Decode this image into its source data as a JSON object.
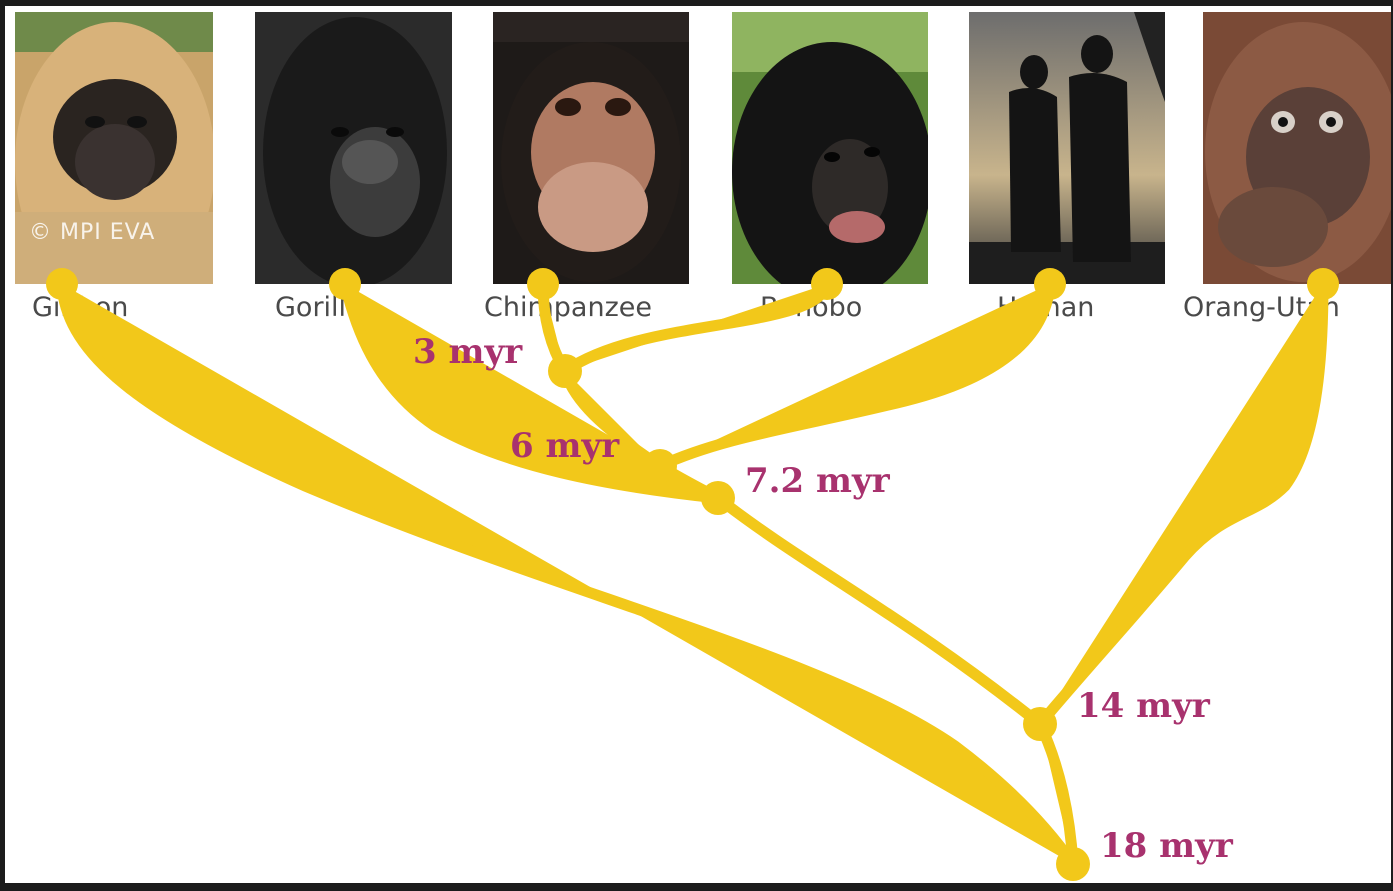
{
  "watermark": "© MPI EVA",
  "species": [
    {
      "key": "gibbon",
      "label": "Gibbon"
    },
    {
      "key": "gorilla",
      "label": "Gorilla"
    },
    {
      "key": "chimpanzee",
      "label": "Chimpanzee"
    },
    {
      "key": "bonobo",
      "label": "Bonobo"
    },
    {
      "key": "human",
      "label": "Human"
    },
    {
      "key": "orangutan",
      "label": "Orang-Utan"
    }
  ],
  "divergence_times": [
    {
      "key": "chimp-bonobo",
      "label": "3 myr"
    },
    {
      "key": "human-chimp",
      "label": "6 myr"
    },
    {
      "key": "gorilla",
      "label": "7.2 myr"
    },
    {
      "key": "orangutan",
      "label": "14 myr"
    },
    {
      "key": "gibbon",
      "label": "18 myr"
    }
  ],
  "colors": {
    "branch": "#f2c81a",
    "age_label": "#a8326e",
    "species_label": "#4a4a4a"
  }
}
